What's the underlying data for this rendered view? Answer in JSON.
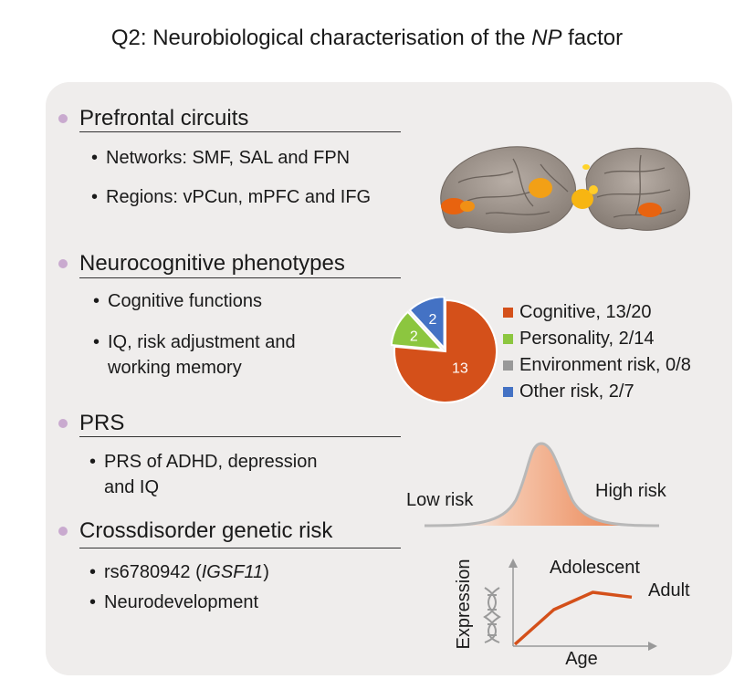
{
  "title": {
    "prefix": "Q2: Neurobiological characterisation of the ",
    "italic": "NP",
    "suffix": " factor"
  },
  "sections": {
    "prefrontal": {
      "heading": "Prefrontal circuits",
      "bullets": [
        "Networks: SMF, SAL and FPN",
        "Regions: vPCun, mPFC and IFG"
      ]
    },
    "neurocognitive": {
      "heading": "Neurocognitive phenotypes",
      "bullets": [
        "Cognitive functions",
        "IQ, risk adjustment and",
        "working memory"
      ]
    },
    "prs": {
      "heading": "PRS",
      "bullets": [
        "PRS of ADHD, depression",
        "and IQ"
      ]
    },
    "crossdisorder": {
      "heading": "Crossdisorder genetic risk",
      "bullet1_prefix": "rs6780942 (",
      "bullet1_italic": "IGSF11",
      "bullet1_suffix": ")",
      "bullet2": "Neurodevelopment"
    }
  },
  "chart_data": [
    {
      "type": "pie",
      "slices": [
        {
          "label": "13",
          "value": 13,
          "color": "#d4501a"
        },
        {
          "label": "2",
          "value": 2,
          "color": "#8cc63f"
        },
        {
          "label": "2",
          "value": 2,
          "color": "#4472c4"
        }
      ],
      "legend": [
        {
          "label": "Cognitive, 13/20",
          "color": "#d4501a"
        },
        {
          "label": "Personality, 2/14",
          "color": "#8cc63f"
        },
        {
          "label": "Environment risk, 0/8",
          "color": "#999999"
        },
        {
          "label": "Other risk, 2/7",
          "color": "#4472c4"
        }
      ]
    },
    {
      "type": "area",
      "labels": {
        "low": "Low risk",
        "high": "High risk"
      }
    },
    {
      "type": "line",
      "xlabel": "Age",
      "ylabel": "Expression",
      "annotations": [
        "Adolescent",
        "Adult"
      ],
      "x": [
        0,
        1,
        2,
        3
      ],
      "y": [
        0,
        0.5,
        0.75,
        0.68
      ]
    }
  ],
  "colors": {
    "accent": "#d4501a",
    "panel": "#efedec",
    "bullet_dot": "#c9aacf"
  },
  "icons": [
    "brain-cortex-icon",
    "dna-icon"
  ]
}
